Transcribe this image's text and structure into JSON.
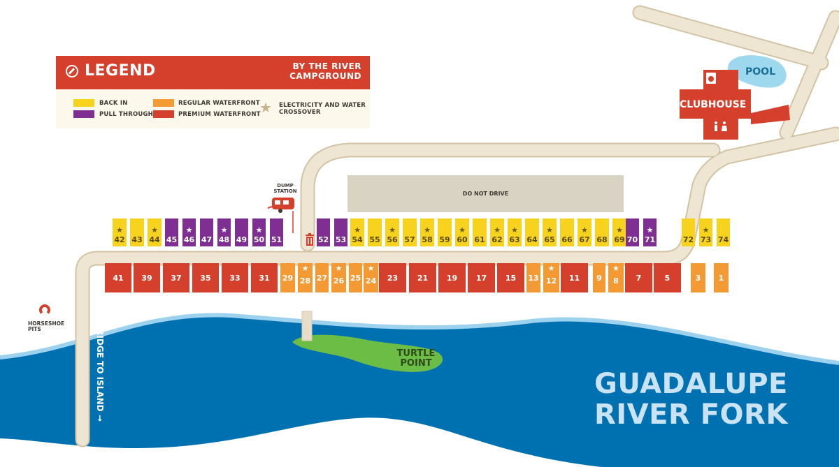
{
  "legend": {
    "title": "LEGEND",
    "campground": [
      "BY THE RIVER",
      "CAMPGROUND"
    ],
    "items": {
      "back_in": "BACK IN",
      "pull_through": "PULL THROUGH",
      "regular_waterfront": "REGULAR WATERFRONT",
      "premium_waterfront": "PREMIUM WATERFRONT",
      "electricity": [
        "ELECTRICITY AND WATER",
        "CROSSOVER"
      ]
    }
  },
  "colors": {
    "back_in": "#f7d31e",
    "pull_through": "#7e2f91",
    "regular_waterfront": "#f39a35",
    "premium_waterfront": "#d5402c",
    "river": "#0071b0",
    "road": "#e8ddc8",
    "island": "#6cbd45",
    "pool": "#9dd8ef",
    "star": "#c9b58c"
  },
  "labels": {
    "dump_station": [
      "DUMP",
      "STATION"
    ],
    "do_not_drive": "DO NOT DRIVE",
    "clubhouse": "CLUBHOUSE",
    "pool": "POOL",
    "horseshoe_pits": [
      "HORSESHOE",
      "PITS"
    ],
    "bridge": "BRIDGE TO ISLAND →",
    "turtle_point": [
      "TURTLE",
      "POINT"
    ],
    "river": [
      "GUADALUPE",
      "RIVER FORK"
    ]
  },
  "icons": {
    "legend": "compass-icon",
    "dump": "trailer-icon",
    "trash": "trash-can-icon",
    "laundry": "washer-icon",
    "restroom": "restroom-icon",
    "horseshoe": "horseshoe-icon"
  },
  "sites_top": [
    {
      "num": "42",
      "type": "back",
      "star": true
    },
    {
      "num": "43",
      "type": "back",
      "star": false
    },
    {
      "num": "44",
      "type": "back",
      "star": true
    },
    {
      "num": "45",
      "type": "pull",
      "star": false
    },
    {
      "num": "46",
      "type": "pull",
      "star": true
    },
    {
      "num": "47",
      "type": "pull",
      "star": false
    },
    {
      "num": "48",
      "type": "pull",
      "star": true
    },
    {
      "num": "49",
      "type": "pull",
      "star": false
    },
    {
      "num": "50",
      "type": "pull",
      "star": true
    },
    {
      "num": "51",
      "type": "pull",
      "star": false
    },
    {
      "num": "52",
      "type": "pull",
      "star": false
    },
    {
      "num": "53",
      "type": "pull",
      "star": false
    },
    {
      "num": "54",
      "type": "back",
      "star": true
    },
    {
      "num": "55",
      "type": "back",
      "star": false
    },
    {
      "num": "56",
      "type": "back",
      "star": true
    },
    {
      "num": "57",
      "type": "back",
      "star": false
    },
    {
      "num": "58",
      "type": "back",
      "star": true
    },
    {
      "num": "59",
      "type": "back",
      "star": false
    },
    {
      "num": "60",
      "type": "back",
      "star": true
    },
    {
      "num": "61",
      "type": "back",
      "star": false
    },
    {
      "num": "62",
      "type": "back",
      "star": true
    },
    {
      "num": "63",
      "type": "back",
      "star": true
    },
    {
      "num": "64",
      "type": "back",
      "star": false
    },
    {
      "num": "65",
      "type": "back",
      "star": true
    },
    {
      "num": "66",
      "type": "back",
      "star": false
    },
    {
      "num": "67",
      "type": "back",
      "star": true
    },
    {
      "num": "68",
      "type": "back",
      "star": false
    },
    {
      "num": "69",
      "type": "back",
      "star": true
    },
    {
      "num": "70",
      "type": "pull",
      "star": false
    },
    {
      "num": "71",
      "type": "pull",
      "star": true
    },
    {
      "num": "72",
      "type": "back",
      "star": false
    },
    {
      "num": "73",
      "type": "back",
      "star": true
    },
    {
      "num": "74",
      "type": "back",
      "star": false
    }
  ],
  "sites_bottom": [
    {
      "num": "41",
      "type": "prem",
      "star": false
    },
    {
      "num": "39",
      "type": "prem",
      "star": false
    },
    {
      "num": "37",
      "type": "prem",
      "star": false
    },
    {
      "num": "35",
      "type": "prem",
      "star": false
    },
    {
      "num": "33",
      "type": "prem",
      "star": false
    },
    {
      "num": "31",
      "type": "prem",
      "star": false
    },
    {
      "num": "29",
      "type": "regw",
      "star": false
    },
    {
      "num": "28",
      "type": "regw",
      "star": true
    },
    {
      "num": "27",
      "type": "regw",
      "star": false
    },
    {
      "num": "26",
      "type": "regw",
      "star": true
    },
    {
      "num": "25",
      "type": "regw",
      "star": false
    },
    {
      "num": "24",
      "type": "regw",
      "star": true
    },
    {
      "num": "23",
      "type": "prem",
      "star": false
    },
    {
      "num": "21",
      "type": "prem",
      "star": false
    },
    {
      "num": "19",
      "type": "prem",
      "star": false
    },
    {
      "num": "17",
      "type": "prem",
      "star": false
    },
    {
      "num": "15",
      "type": "prem",
      "star": false
    },
    {
      "num": "13",
      "type": "regw",
      "star": false
    },
    {
      "num": "12",
      "type": "regw",
      "star": true
    },
    {
      "num": "11",
      "type": "prem",
      "star": false
    },
    {
      "num": "9",
      "type": "regw",
      "star": false
    },
    {
      "num": "8",
      "type": "regw",
      "star": true
    },
    {
      "num": "7",
      "type": "prem",
      "star": false
    },
    {
      "num": "5",
      "type": "prem",
      "star": false
    },
    {
      "num": "3",
      "type": "regw",
      "star": false
    },
    {
      "num": "1",
      "type": "regw",
      "star": false
    }
  ]
}
